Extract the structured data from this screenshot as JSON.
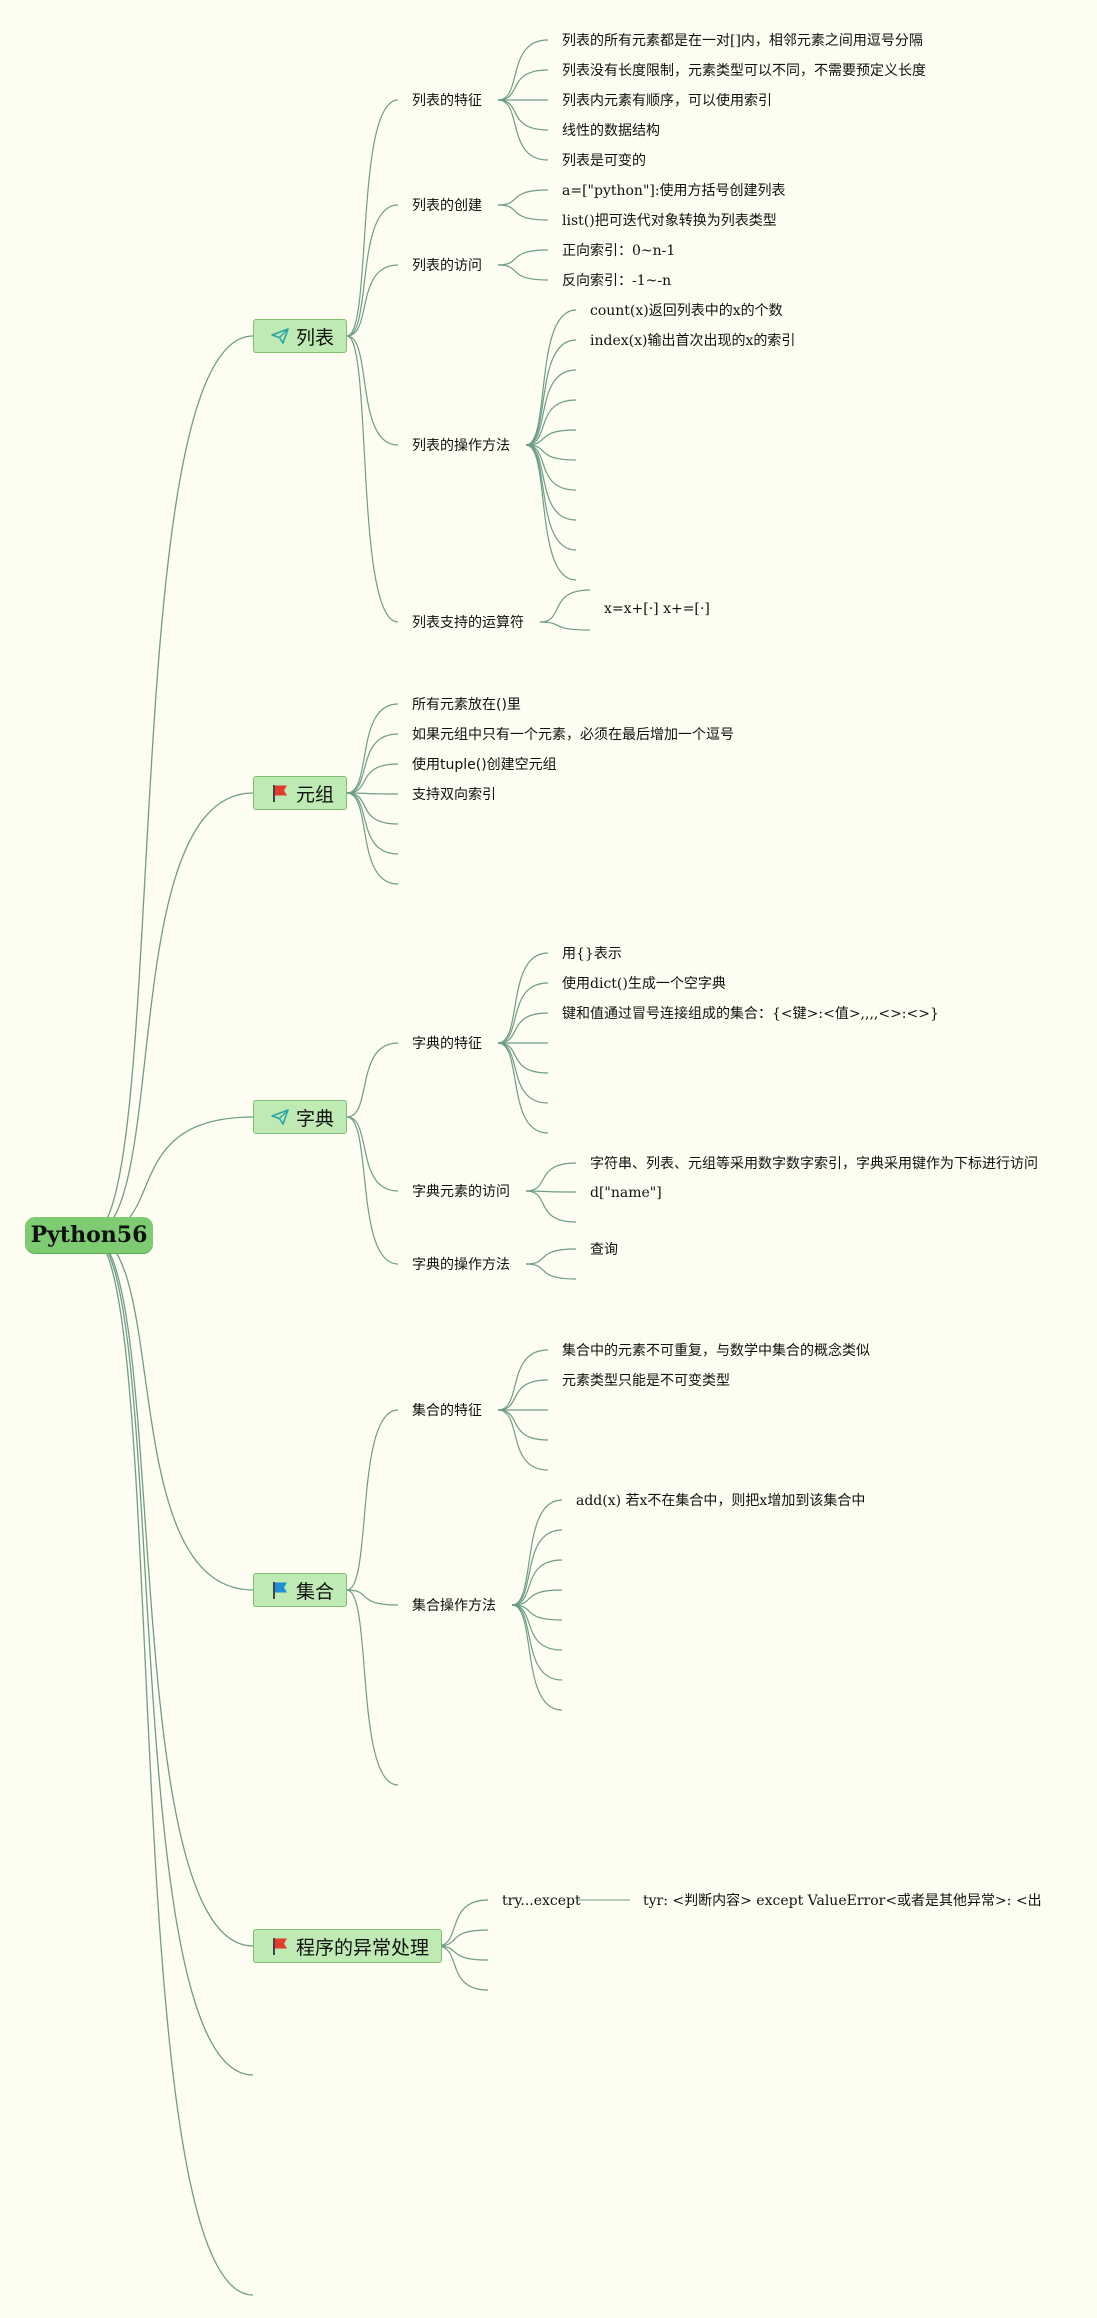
{
  "root": "Python56",
  "topics": {
    "list": {
      "label": "列表",
      "icon": "paper-plane-icon",
      "features": {
        "label": "列表的特征",
        "items": [
          "列表的所有元素都是在一对[]内，相邻元素之间用逗号分隔",
          "列表没有长度限制，元素类型可以不同，不需要预定义长度",
          "列表内元素有顺序，可以使用索引",
          "线性的数据结构",
          "列表是可变的"
        ]
      },
      "create": {
        "label": "列表的创建",
        "items": [
          "a=[\"python\"]:使用方括号创建列表",
          "list()把可迭代对象转换为列表类型"
        ]
      },
      "access": {
        "label": "列表的访问",
        "items": [
          "正向索引：0~n-1",
          "反向索引：-1~-n"
        ]
      },
      "methods": {
        "label": "列表的操作方法",
        "items": [
          "count(x)返回列表中的x的个数",
          "index(x)输出首次出现的x的索引"
        ]
      },
      "operators": {
        "label": "列表支持的运算符",
        "items": [
          "x=x+[·] x+=[·]"
        ]
      }
    },
    "tuple": {
      "label": "元组",
      "icon": "red-flag-icon",
      "items": [
        "所有元素放在()里",
        "如果元组中只有一个元素，必须在最后增加一个逗号",
        "使用tuple()创建空元组",
        "支持双向索引"
      ]
    },
    "dict": {
      "label": "字典",
      "icon": "paper-plane-icon",
      "features": {
        "label": "字典的特征",
        "items": [
          "用{}表示",
          "使用dict()生成一个空字典",
          "键和值通过冒号连接组成的集合：{<键>:<值>,,,,<>:<>}"
        ]
      },
      "access": {
        "label": "字典元素的访问",
        "items": [
          "字符串、列表、元组等采用数字数字索引，字典采用键作为下标进行访问",
          "d[\"name\"]"
        ]
      },
      "methods": {
        "label": "字典的操作方法",
        "items": [
          "查询"
        ]
      }
    },
    "set": {
      "label": "集合",
      "icon": "blue-flag-icon",
      "features": {
        "label": "集合的特征",
        "items": [
          "集合中的元素不可重复，与数学中集合的概念类似",
          "元素类型只能是不可变类型"
        ]
      },
      "methods": {
        "label": "集合操作方法",
        "items": [
          "add(x) 若x不在集合中，则把x增加到该集合中"
        ]
      }
    },
    "exceptions": {
      "label": "程序的异常处理",
      "icon": "red-flag-icon",
      "try": {
        "label": "try...except",
        "detail": "tyr: <判断内容> except ValueError<或者是其他异常>: <出"
      }
    }
  },
  "colors": {
    "background": "#fdfdf2",
    "root": "#7dcc72",
    "topic": "#bfeab3",
    "line": "#6f9d8a"
  }
}
